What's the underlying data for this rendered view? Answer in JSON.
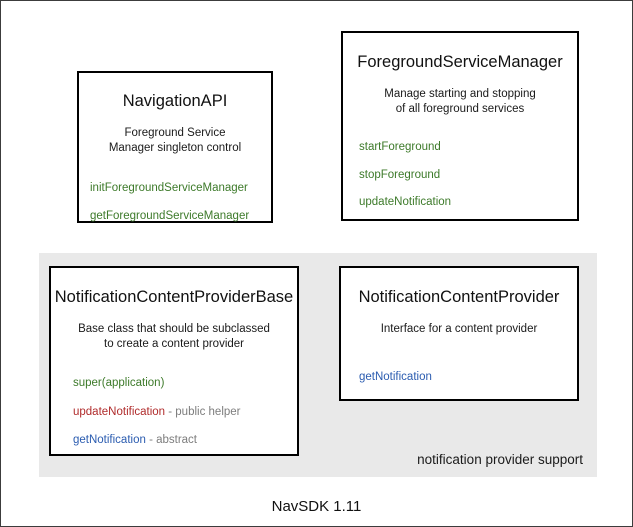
{
  "diagram": {
    "footer_title": "NavSDK 1.11",
    "group_label": "notification provider support",
    "colors": {
      "method_green": "#3d7a2a",
      "method_red": "#b02b2b",
      "method_blue": "#2b5cb0",
      "note_gray": "#7d7d7d",
      "panel_background": "#e9e9e9",
      "box_border": "#000000",
      "canvas_background": "#ffffff"
    },
    "boxes": {
      "navigation_api": {
        "title": "NavigationAPI",
        "desc_line1": "Foreground Service",
        "desc_line2": "Manager singleton control",
        "members": [
          {
            "name": "initForegroundServiceManager",
            "note": ""
          },
          {
            "name": "getForegroundServiceManager",
            "note": ""
          }
        ]
      },
      "foreground_service_manager": {
        "title": "ForegroundServiceManager",
        "desc_line1": "Manage starting and stopping",
        "desc_line2": "of all foreground services",
        "members": [
          {
            "name": "startForeground",
            "note": ""
          },
          {
            "name": "stopForeground",
            "note": ""
          },
          {
            "name": "updateNotification",
            "note": ""
          }
        ]
      },
      "notification_content_provider_base": {
        "title": "NotificationContentProviderBase",
        "desc_line1": "Base class that should be subclassed",
        "desc_line2": "to create a content provider",
        "members": [
          {
            "name": "super(application)",
            "note": ""
          },
          {
            "name": "updateNotification",
            "note": " - public helper"
          },
          {
            "name": "getNotification",
            "note": " - abstract"
          }
        ]
      },
      "notification_content_provider": {
        "title": "NotificationContentProvider",
        "desc_line1": "Interface for a content provider",
        "desc_line2": "",
        "members": [
          {
            "name": "getNotification",
            "note": ""
          }
        ]
      }
    }
  }
}
